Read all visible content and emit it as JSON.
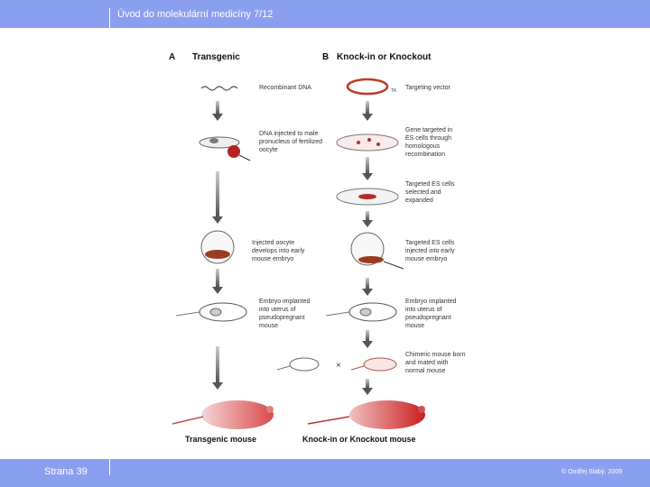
{
  "header": {
    "title": "Úvod do molekulární medicíny 7/12"
  },
  "footer": {
    "page": "Strana 39",
    "copyright": "© Ondřej Slabý, 2009"
  },
  "figure": {
    "panel_a": {
      "letter": "A",
      "title": "Transgenic",
      "steps": [
        [
          "Recombinant DNA"
        ],
        [
          "DNA injected to male",
          "pronucleus of fertilized",
          "oocyte"
        ],
        [
          "Injected oocyte",
          "develops into early",
          "mouse embryo"
        ],
        [
          "Embryo implanted",
          "into uterus of",
          "pseudopregnant",
          "mouse"
        ]
      ],
      "result": "Transgenic mouse"
    },
    "panel_b": {
      "letter": "B",
      "title": "Knock-in or Knockout",
      "vector_mark": "TK",
      "steps": [
        [
          "Targeting vector"
        ],
        [
          "Gene targeted in",
          "ES cells through",
          "homologous",
          "recombination"
        ],
        [
          "Targeted ES cells",
          "selected and",
          "expanded"
        ],
        [
          "Targeted ES cells",
          "injected into early",
          "mouse embryo"
        ],
        [
          "Embryo implanted",
          "into uterus of",
          "pseudopregnant",
          "mouse"
        ],
        [
          "Chimeric mouse born",
          "and mated with",
          "normal mouse"
        ]
      ],
      "cross_symbol": "×",
      "result": "Knock-in or Knockout mouse"
    }
  }
}
